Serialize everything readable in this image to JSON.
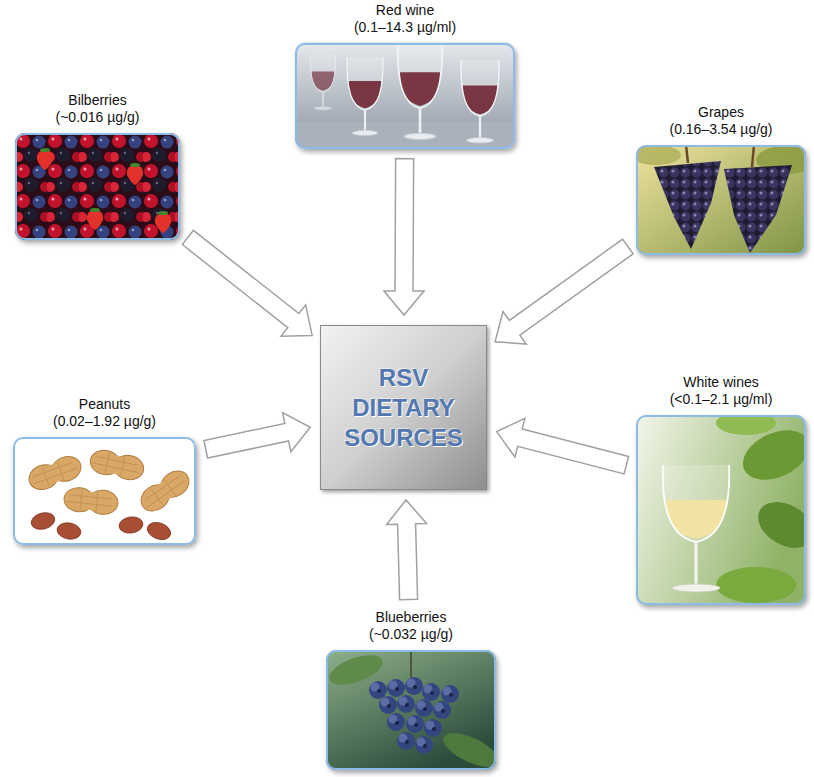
{
  "diagram": {
    "nodes": [
      {
        "text": [
          "Red wine",
          "(0.1–14.3 µg/ml)"
        ]
      },
      {
        "text": [
          "Bilberries",
          "(~0.016 µg/g)"
        ]
      },
      {
        "text": [
          "Grapes",
          "(0.16–3.54 µg/g)"
        ]
      },
      {
        "text": [
          "RSV DIETARY SOURCES"
        ]
      },
      {
        "text": [
          "Peanuts",
          "(0.02–1.92 µg/g)"
        ]
      },
      {
        "text": [
          "White wines",
          "(<0.1–2.1 µg/ml)"
        ]
      },
      {
        "text": [
          "Blueberries",
          "(~0.032 µg/g)"
        ]
      }
    ],
    "edges": [
      {
        "from": 0,
        "to": 3,
        "arrow": "to"
      },
      {
        "from": 1,
        "to": 3,
        "arrow": "to"
      },
      {
        "from": 2,
        "to": 3,
        "arrow": "to"
      },
      {
        "from": 4,
        "to": 3,
        "arrow": "to"
      },
      {
        "from": 5,
        "to": 3,
        "arrow": "to"
      },
      {
        "from": 6,
        "to": 3,
        "arrow": "to"
      }
    ]
  }
}
